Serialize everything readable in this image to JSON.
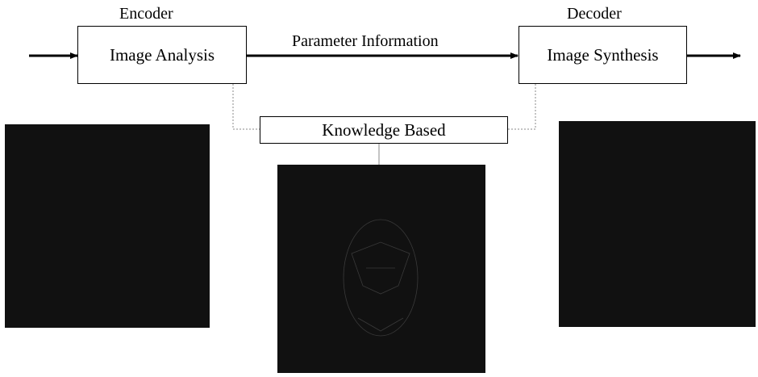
{
  "labels": {
    "encoder": "Encoder",
    "decoder": "Decoder",
    "parameter_information": "Parameter Information"
  },
  "boxes": {
    "analysis": "Image Analysis",
    "synthesis": "Image Synthesis",
    "knowledge": "Knowledge Based"
  },
  "colors": {
    "line": "#000000",
    "dotted_line": "#888888",
    "photo_dark": "#111111"
  }
}
